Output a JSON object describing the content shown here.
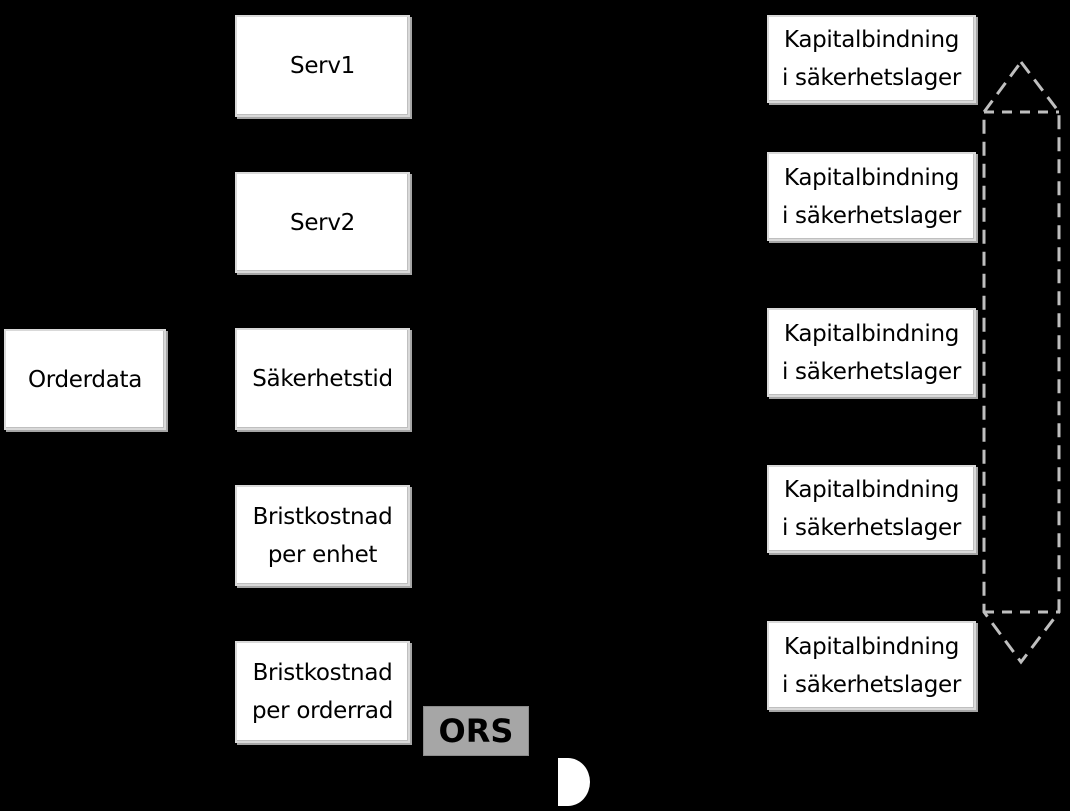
{
  "diagram": {
    "left_box": {
      "label": "Orderdata"
    },
    "middle_boxes": [
      {
        "label": "Serv1"
      },
      {
        "label": "Serv2"
      },
      {
        "label": "Säkerhetstid"
      },
      {
        "label": "Bristkostnad\nper enhet"
      },
      {
        "label": "Bristkostnad\nper orderrad"
      }
    ],
    "right_boxes": [
      {
        "label": "Kapitalbindning\ni säkerhetslager"
      },
      {
        "label": "Kapitalbindning\ni säkerhetslager"
      },
      {
        "label": "Kapitalbindning\ni säkerhetslager"
      },
      {
        "label": "Kapitalbindning\ni säkerhetslager"
      },
      {
        "label": "Kapitalbindning\ni säkerhetslager"
      }
    ],
    "tag": {
      "label": "ORS"
    },
    "colors": {
      "background": "#000000",
      "box_fill": "#ffffff",
      "tag_fill": "#a6a6a6",
      "dashed_outline": "#bfbfbf"
    }
  }
}
